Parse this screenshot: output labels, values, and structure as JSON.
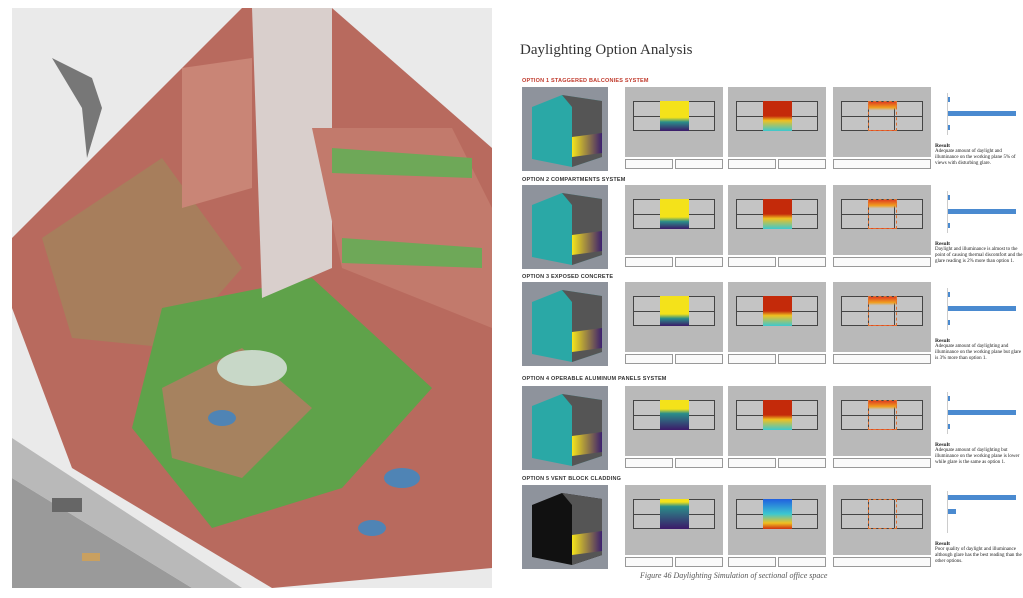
{
  "title": "Daylighting Option Analysis",
  "caption": "Figure 46 Daylighting Simulation of sectional office space",
  "result_heading": "Result",
  "colors": {
    "teal": "#2aa8a6",
    "bar": "#4a8ad0",
    "label_red": "#c0392b"
  },
  "options": [
    {
      "label": "OPTION 1 STAGGERED BALCONIES SYSTEM",
      "result": "Adequate amount of daylight and illuminance on the working plane 5% of views with disturbing glare.",
      "bars": [
        0.03,
        1.0,
        0.02
      ],
      "viridis_top": 0.55
    },
    {
      "label": "OPTION 2 COMPARTMENTS SYSTEM",
      "result": "Daylight and illuminance is almost to the point of causing thermal discomfort and the glare reading is 2% more than option 1.",
      "bars": [
        0.03,
        1.0,
        0.02
      ],
      "viridis_top": 0.6
    },
    {
      "label": "OPTION 3 EXPOSED CONCRETE",
      "result": "Adequate amount of daylighting and illuminance on the working plane but glare is 3% more than option 1.",
      "bars": [
        0.03,
        1.0,
        0.02
      ],
      "viridis_top": 0.6
    },
    {
      "label": "OPTION 4 OPERABLE ALUMINUM PANELS SYSTEM",
      "result": "Adequate amount of daylighting but illuminance on the working plane is lower while glare is the same as option 1.",
      "bars": [
        0.03,
        1.0,
        0.02
      ],
      "viridis_top": 0.3
    },
    {
      "label": "OPTION 5 VENT BLOCK CLADDING",
      "result": "Poor quality of daylight and illuminance although glare has the best reading than the other options.",
      "bars": [
        1.0,
        0.12
      ],
      "viridis_top": 0.1
    }
  ]
}
